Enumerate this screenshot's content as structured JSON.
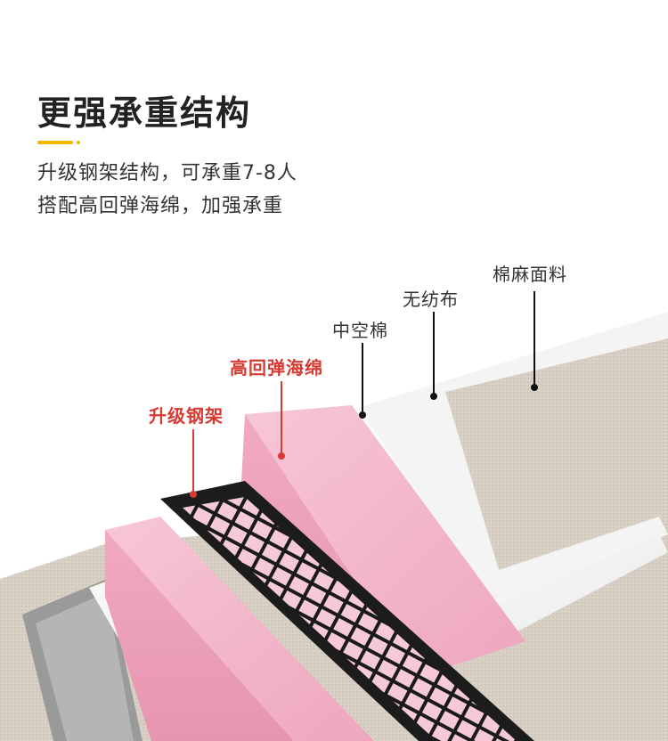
{
  "header": {
    "title": "更强承重结构",
    "accent_color": "#f2b705",
    "desc_line1": "升级钢架结构，可承重7-8人",
    "desc_line2": "搭配高回弹海绵，加强承重"
  },
  "layers": [
    {
      "id": "linen",
      "label": "棉麻面料",
      "emphasis": false
    },
    {
      "id": "nonwoven",
      "label": "无纺布",
      "emphasis": false
    },
    {
      "id": "hollow",
      "label": "中空棉",
      "emphasis": false
    },
    {
      "id": "sponge",
      "label": "高回弹海绵",
      "emphasis": true
    },
    {
      "id": "frame",
      "label": "升级钢架",
      "emphasis": true
    }
  ],
  "colors": {
    "highlight_label": "#d63a32",
    "normal_label": "#333333",
    "foam_pink": "#f3b6cc",
    "frame_black": "#1c1c1c",
    "linen": "#d9d1c6"
  }
}
